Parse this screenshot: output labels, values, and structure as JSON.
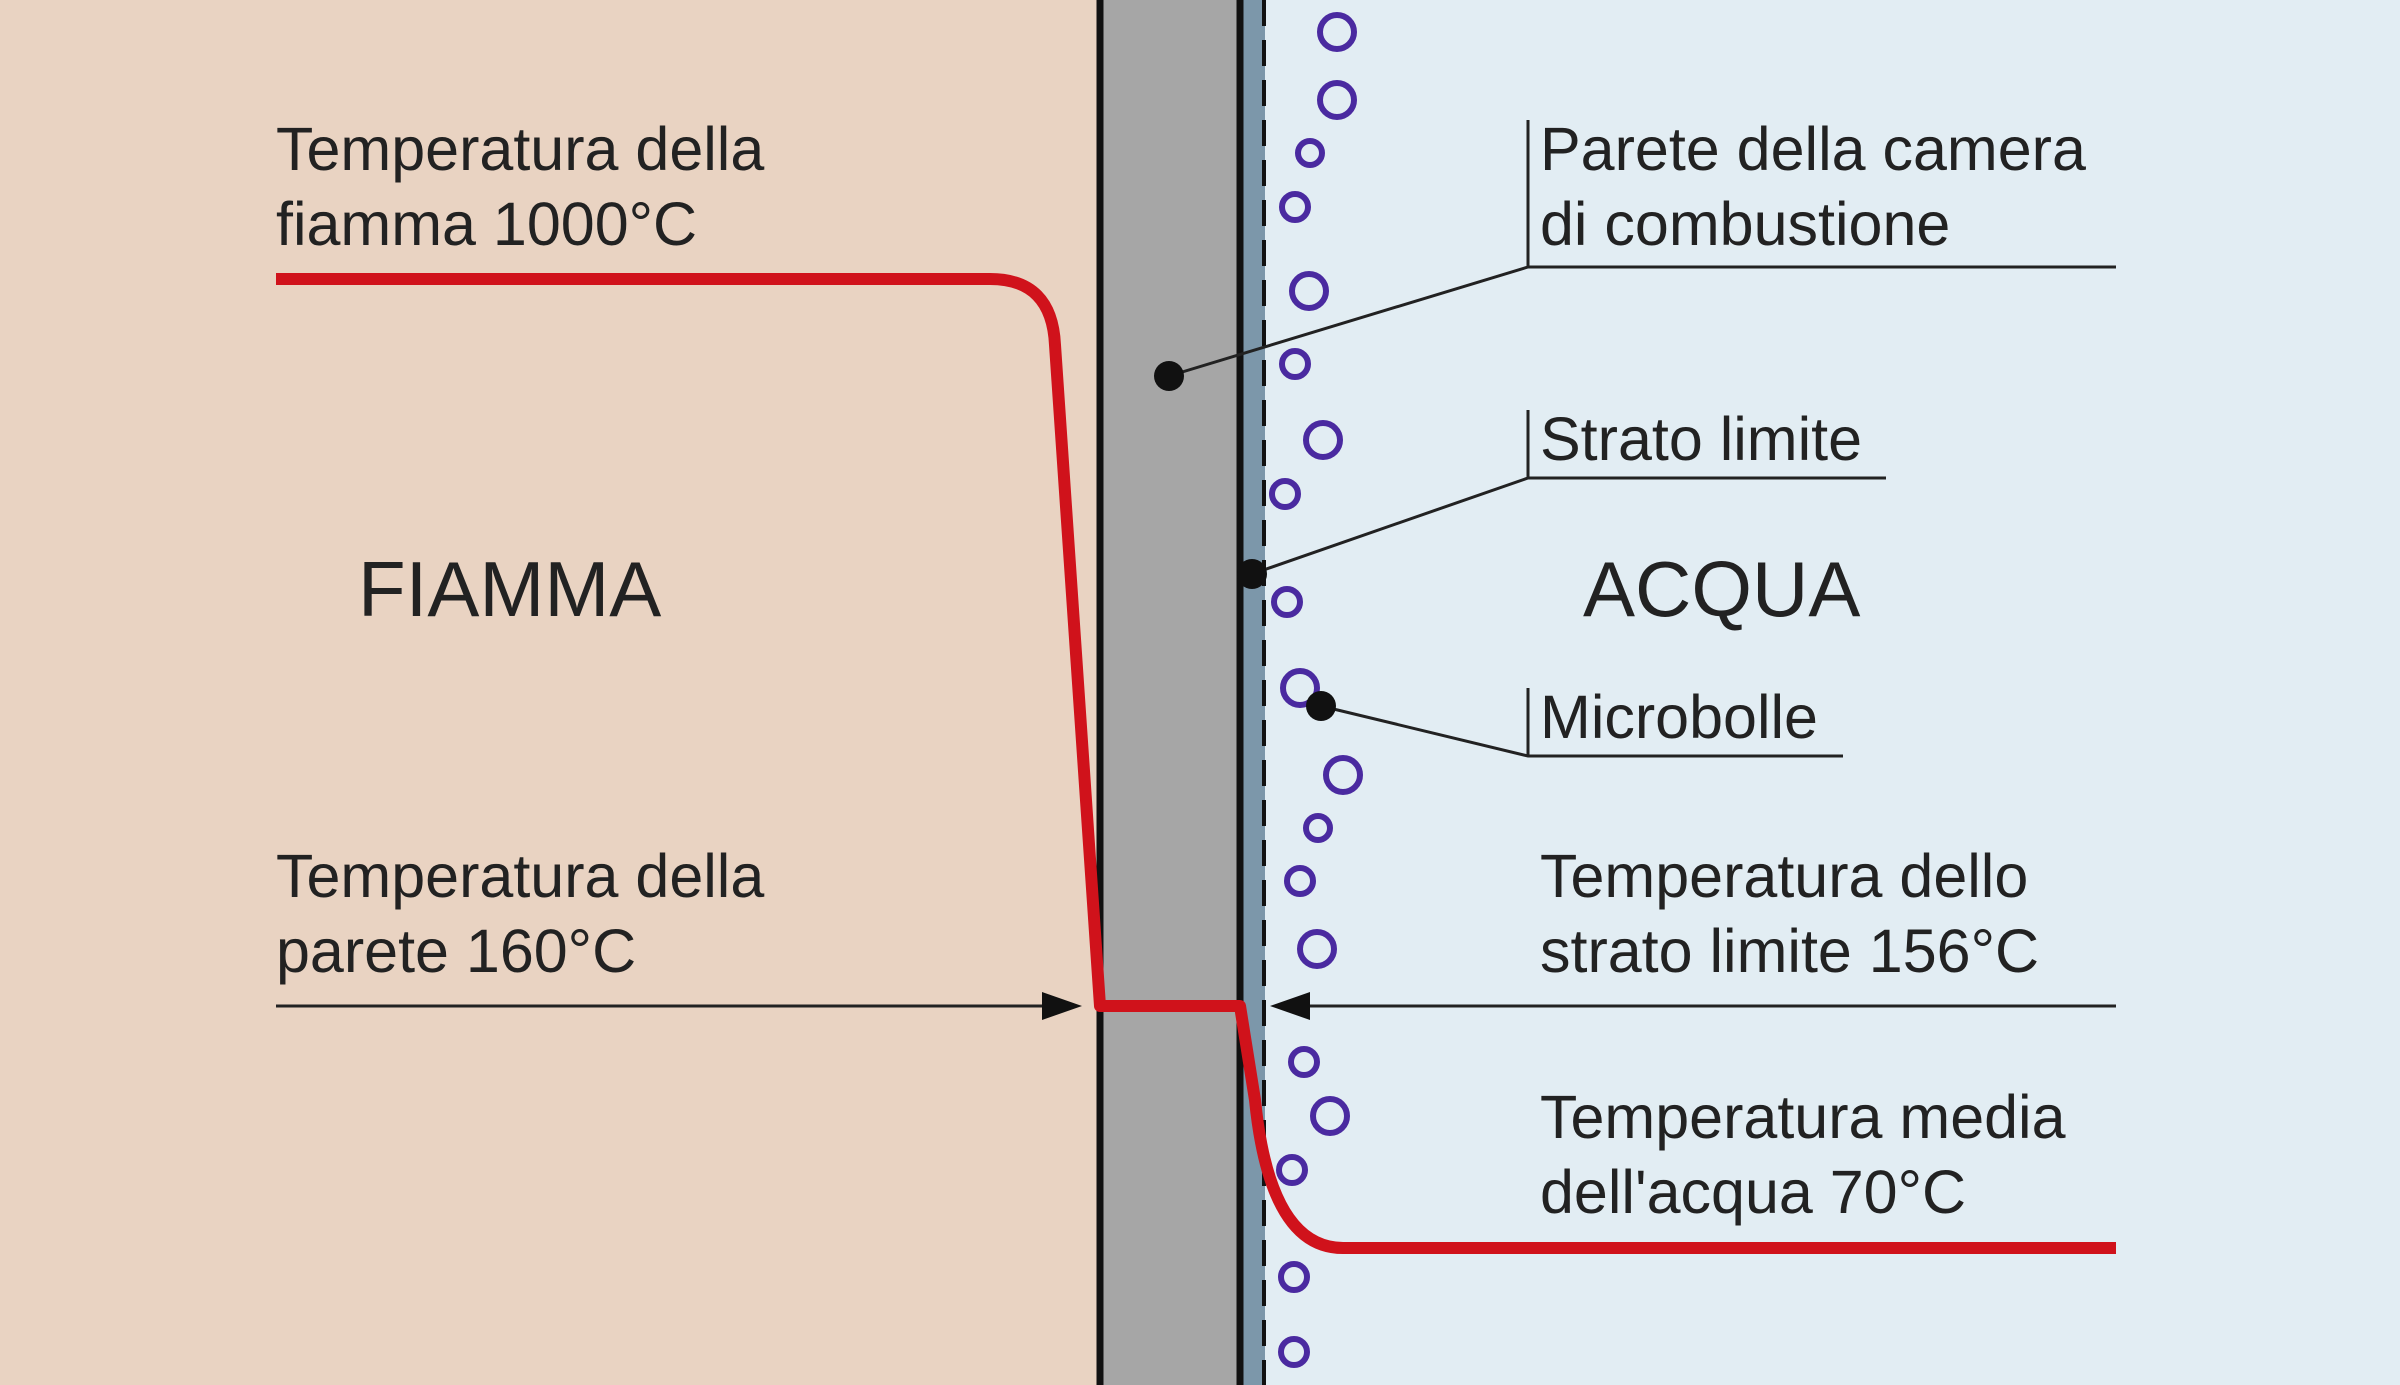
{
  "colors": {
    "flame_bg": "#e9d3c2",
    "water_bg": "#e2edf3",
    "wall": "#a6a6a6",
    "boundary_layer": "#7c97aa",
    "temperature_line": "#d0121b",
    "bubble": "#4a2aa0",
    "ink": "#222222"
  },
  "regions": {
    "flame": "FIAMMA",
    "water": "ACQUA"
  },
  "labels": {
    "flame_temp_line1": "Temperatura della",
    "flame_temp_line2": "fiamma 1000°C",
    "wall_temp_line1": "Temperatura della",
    "wall_temp_line2": "parete 160°C",
    "chamber_wall_line1": "Parete della camera",
    "chamber_wall_line2": "di combustione",
    "boundary_layer": "Strato limite",
    "microbubbles": "Microbolle",
    "boundary_temp_line1": "Temperatura dello",
    "boundary_temp_line2": "strato limite 156°C",
    "water_temp_line1": "Temperatura media",
    "water_temp_line2": "dell'acqua 70°C"
  },
  "icons": {
    "pointer": "filled-dot-icon",
    "arrow": "arrowhead-icon",
    "bubble": "ring-icon"
  }
}
